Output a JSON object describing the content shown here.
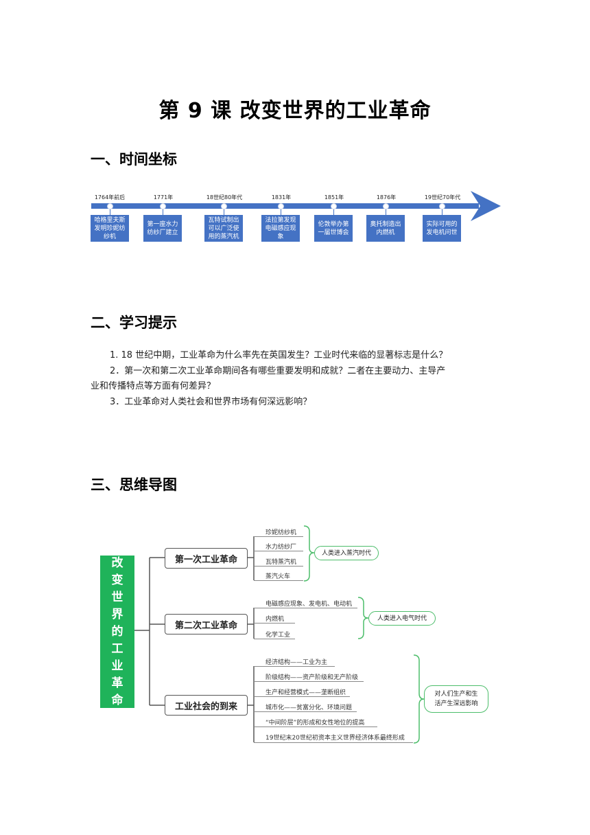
{
  "title": "第 9 课  改变世界的工业革命",
  "sections": {
    "s1": "一、时间坐标",
    "s2": "二、学习提示",
    "s3": "三、思维导图"
  },
  "timeline": {
    "years": [
      "1764年前后",
      "1771年",
      "18世纪80年代",
      "1831年",
      "1851年",
      "1876年",
      "19世纪70年代"
    ],
    "events": [
      "哈格里夫斯发明珍妮纺纱机",
      "第一座水力纺纱厂建立",
      "瓦特试制出可以广泛使用的蒸汽机",
      "法拉第发现电磁感应现象",
      "伦敦举办第一届世博会",
      "奥托制造出内燃机",
      "实际可用的发电机问世"
    ]
  },
  "hints": {
    "h1": "1. 18 世纪中期，工业革命为什么率先在英国发生？工业时代来临的显著标志是什么？",
    "h2a": "2．第一次和第二次工业革命期间各有哪些重要发明和成就？二者在主要动力、主导产",
    "h2b": "业和传播特点等方面有何差异？",
    "h3": "3．工业革命对人类社会和世界市场有何深远影响？"
  },
  "mindmap": {
    "root": "改变世界的工业革命",
    "branches": [
      {
        "label": "第一次工业革命",
        "items": [
          "珍妮纺纱机",
          "水力纺纱厂",
          "瓦特蒸汽机",
          "蒸汽火车"
        ],
        "result": "人类进入蒸汽时代"
      },
      {
        "label": "第二次工业革命",
        "items": [
          "电磁感应现象、发电机、电动机",
          "内燃机",
          "化学工业"
        ],
        "result": "人类进入电气时代"
      },
      {
        "label": "工业社会的到来",
        "items": [
          "经济结构——工业为主",
          "阶级结构——资产阶级和无产阶级",
          "生产和经营模式——垄断组织",
          "城市化——贫富分化、环境问题",
          "“中间阶层”的形成和女性地位的提高",
          "19世纪末20世纪初资本主义世界经济体系最终形成"
        ],
        "result": "对人们生产和生活产生深远影响"
      }
    ]
  },
  "colors": {
    "timeline_blue": "#4472c4",
    "mindmap_green": "#1fb35a",
    "result_border": "#4cbd6a"
  }
}
